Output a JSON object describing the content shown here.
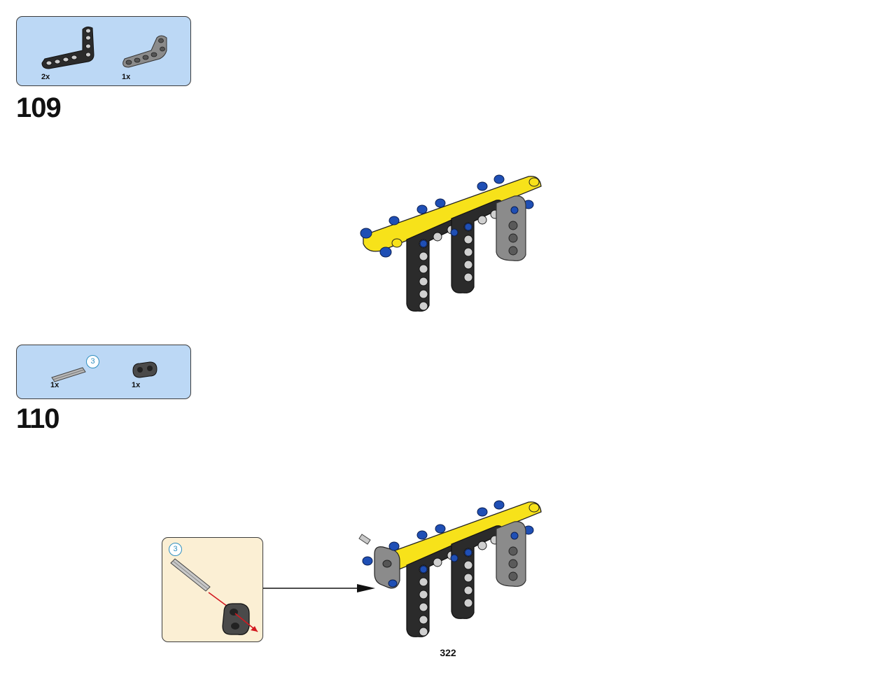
{
  "steps": [
    {
      "number": "109",
      "parts": [
        {
          "qty": "2x",
          "icon": "black-l-beam-icon"
        },
        {
          "qty": "1x",
          "icon": "gray-angled-beam-icon"
        }
      ]
    },
    {
      "number": "110",
      "parts": [
        {
          "qty": "1x",
          "icon": "gray-axle-icon",
          "length_badge": "3"
        },
        {
          "qty": "1x",
          "icon": "dark-gray-connector-icon"
        }
      ],
      "callout": {
        "length_badge": "3"
      }
    }
  ],
  "page_number": "322",
  "colors": {
    "parts_box_bg": "#bcd8f5",
    "callout_bg": "#fbefd4",
    "beam_yellow": "#f7e21a",
    "beam_black": "#2b2b2b",
    "beam_gray": "#8b8b8b",
    "pin_blue": "#1f4fb5"
  }
}
